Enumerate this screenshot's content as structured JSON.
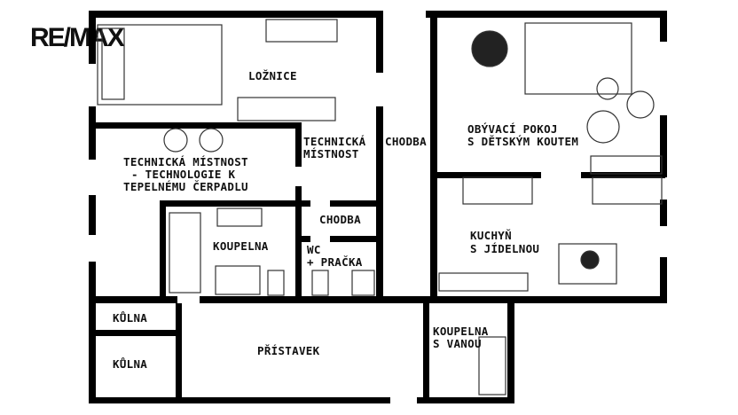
{
  "logo": "RE/MAX",
  "rooms": {
    "loznice": "LOŽNICE",
    "obyvaci_1": "OBÝVACÍ POKOJ",
    "obyvaci_2": "S DĚTSKÝM KOUTEM",
    "tech_big_1": "TECHNICKÁ MÍSTNOST",
    "tech_big_2": "- TECHNOLOGIE K",
    "tech_big_3": "TEPELNÉMU ČERPADLU",
    "tech_small_1": "TECHNICKÁ",
    "tech_small_2": "MÍSTNOST",
    "chodba_main": "CHODBA",
    "chodba_small": "CHODBA",
    "koupelna": "KOUPELNA",
    "wc_1": "WC",
    "wc_2": "+ PRAČKA",
    "kuchyn_1": "KUCHYŇ",
    "kuchyn_2": "S JÍDELNOU",
    "kulna_1": "KŮLNA",
    "kulna_2": "KŮLNA",
    "pristavek": "PŘÍSTAVEK",
    "koupelna_vana_1": "KOUPELNA",
    "koupelna_vana_2": "S VANOU"
  },
  "colors": {
    "wall": "#000000",
    "background": "#ffffff"
  }
}
